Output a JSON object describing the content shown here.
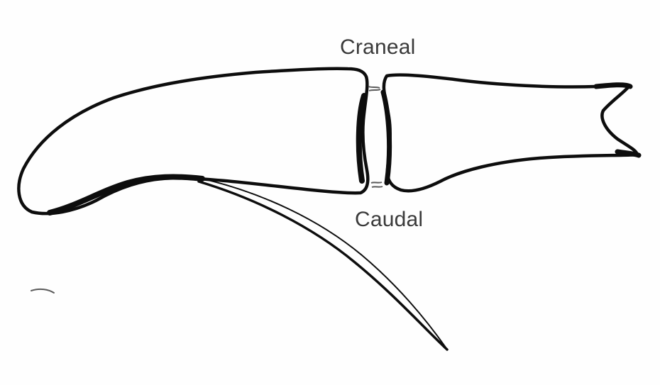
{
  "labels": {
    "cranial": "Craneal",
    "caudal": "Caudal"
  },
  "colors": {
    "outline": "#0d0d0d",
    "background": "#fefefe",
    "label_text": "#3a3a3a",
    "ligament": "#5a5a5a"
  },
  "structures": [
    "distal-phalanx-with-claw",
    "middle-phalanx",
    "distal-interphalangeal-joint",
    "cranial-ligament",
    "caudal-ligament",
    "flexor-tendon"
  ]
}
